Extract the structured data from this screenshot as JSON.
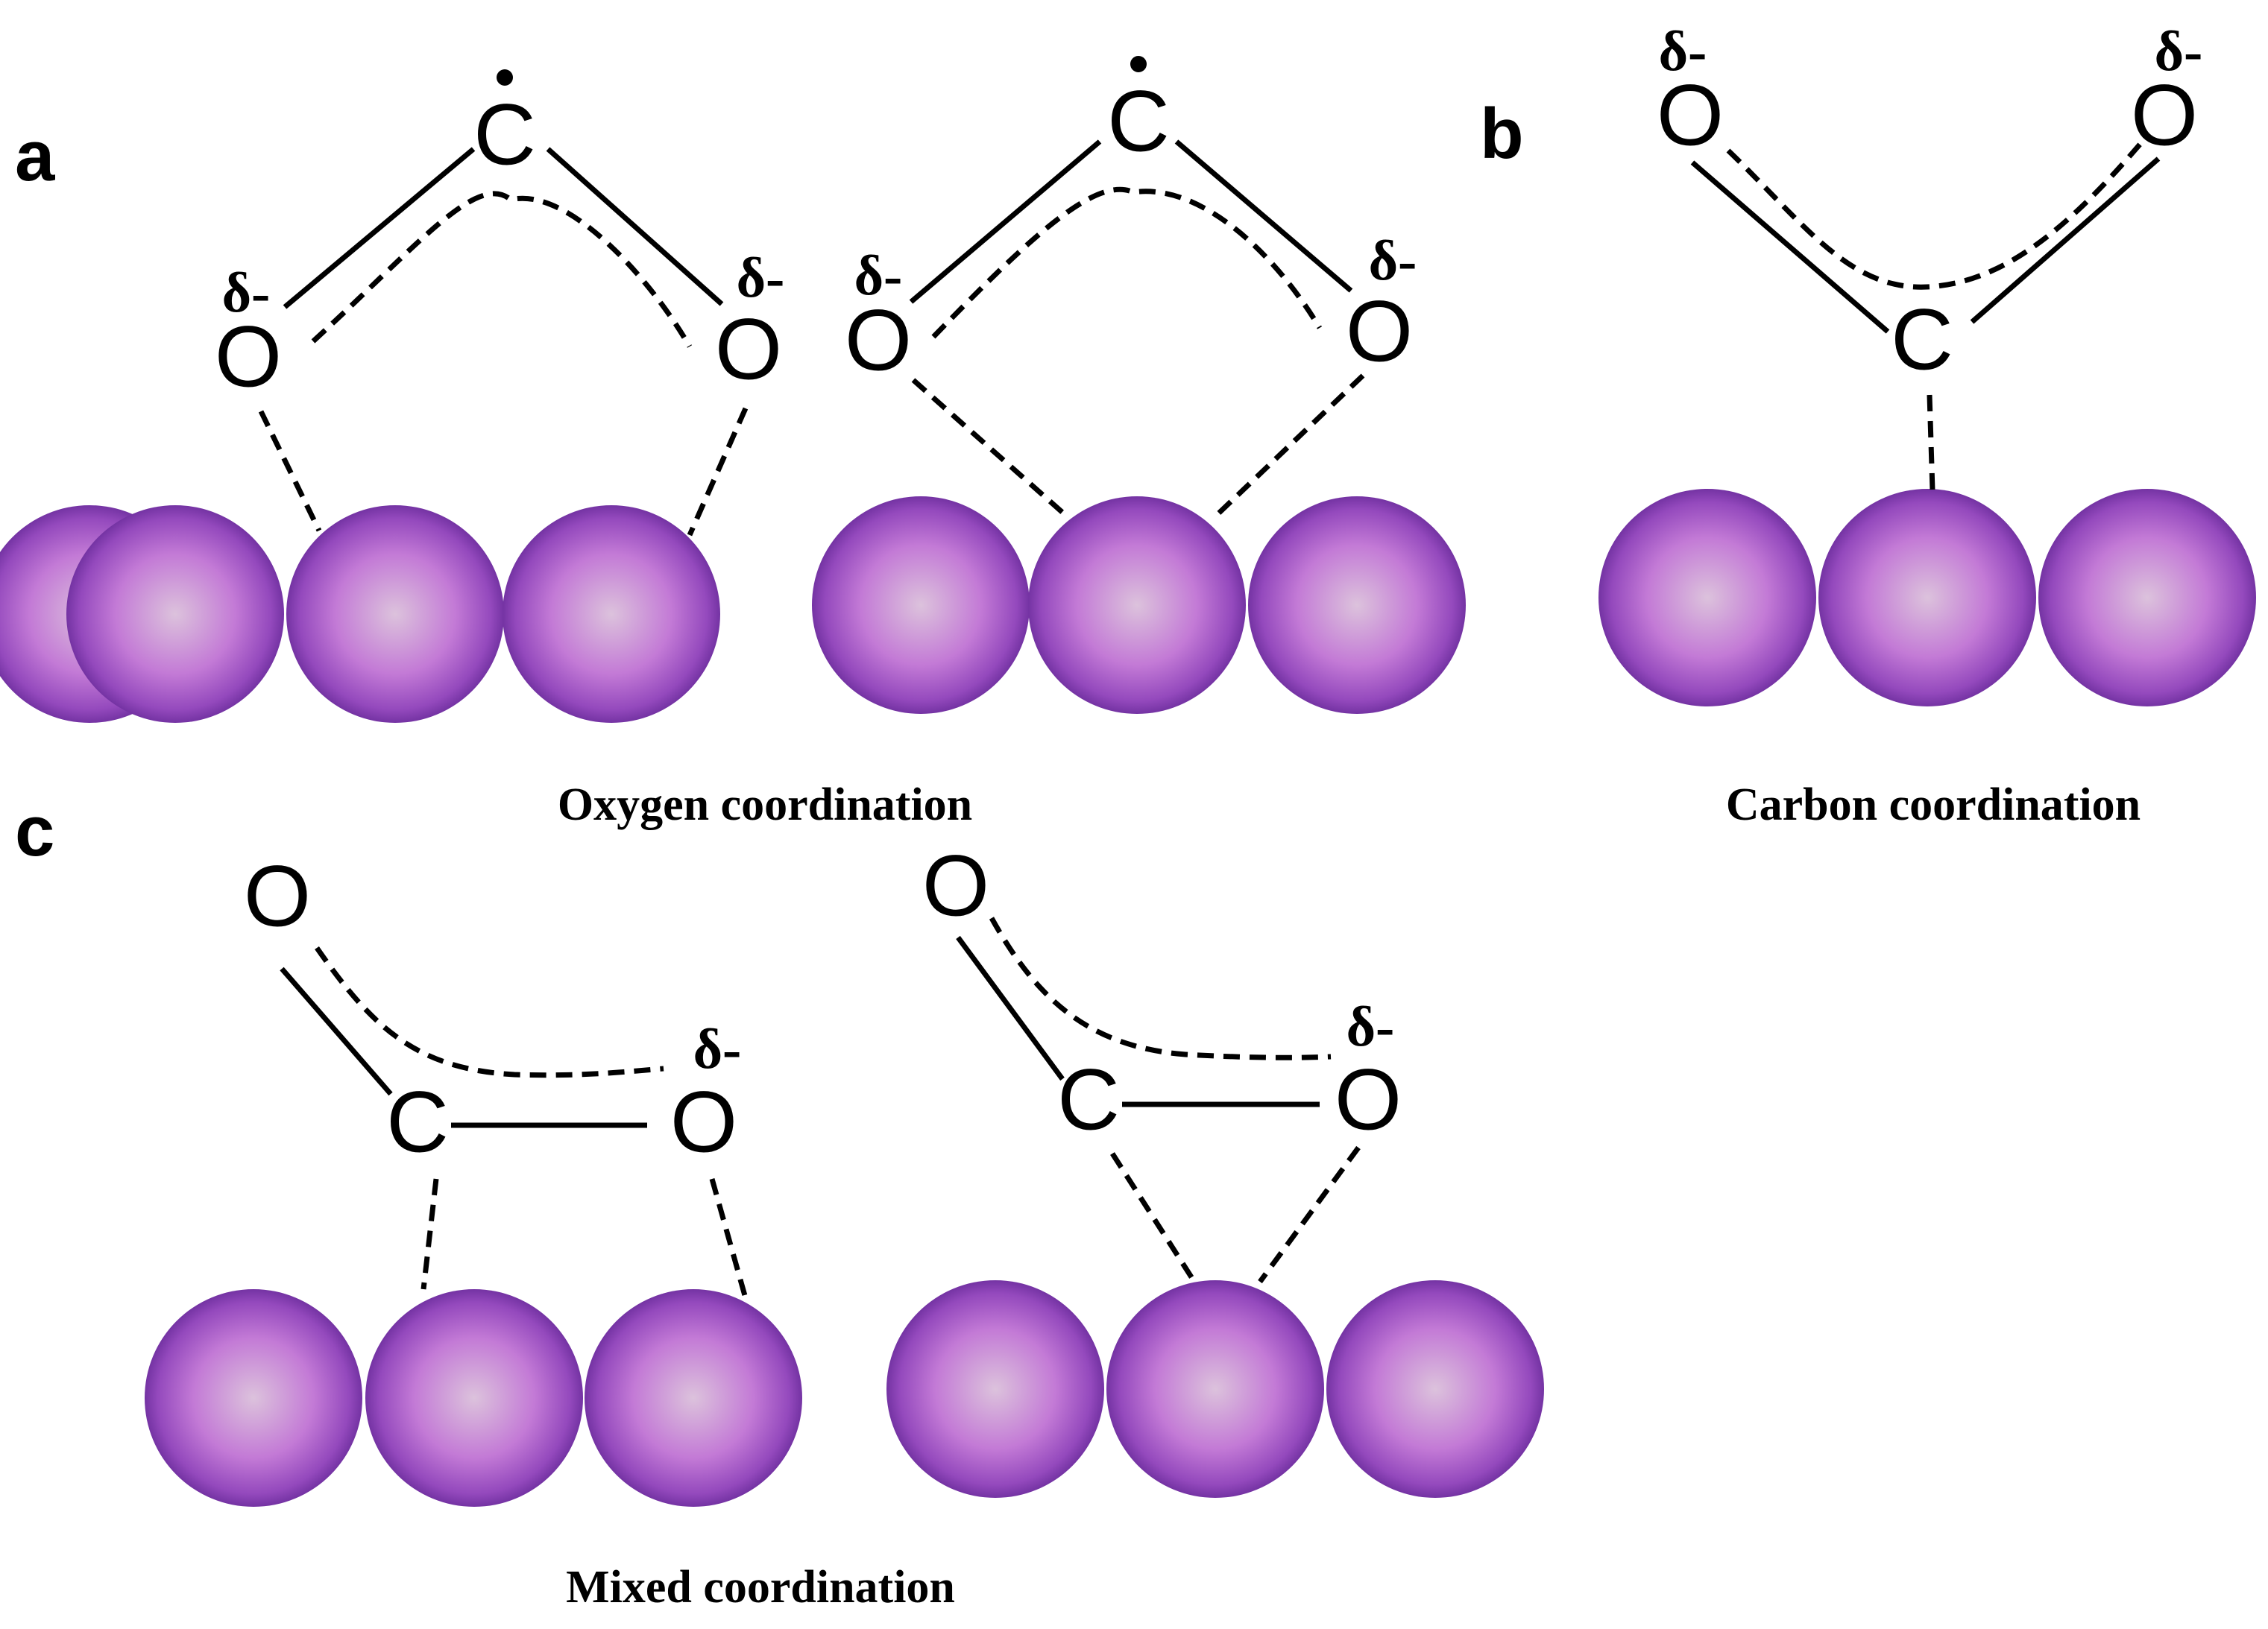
{
  "panels": {
    "a": {
      "letter": "a"
    },
    "b": {
      "letter": "b"
    },
    "c": {
      "letter": "c"
    }
  },
  "captions": {
    "oxygen": "Oxygen coordination",
    "carbon": "Carbon coordination",
    "mixed": "Mixed coordination"
  },
  "atoms": {
    "carbon": "C",
    "oxygen": "O"
  },
  "charge_label": "δ-",
  "colors": {
    "sphere_center": "#dcbcdc",
    "sphere_mid": "#bd6fd0",
    "sphere_edge": "#7a37a6",
    "line": "#000000"
  }
}
